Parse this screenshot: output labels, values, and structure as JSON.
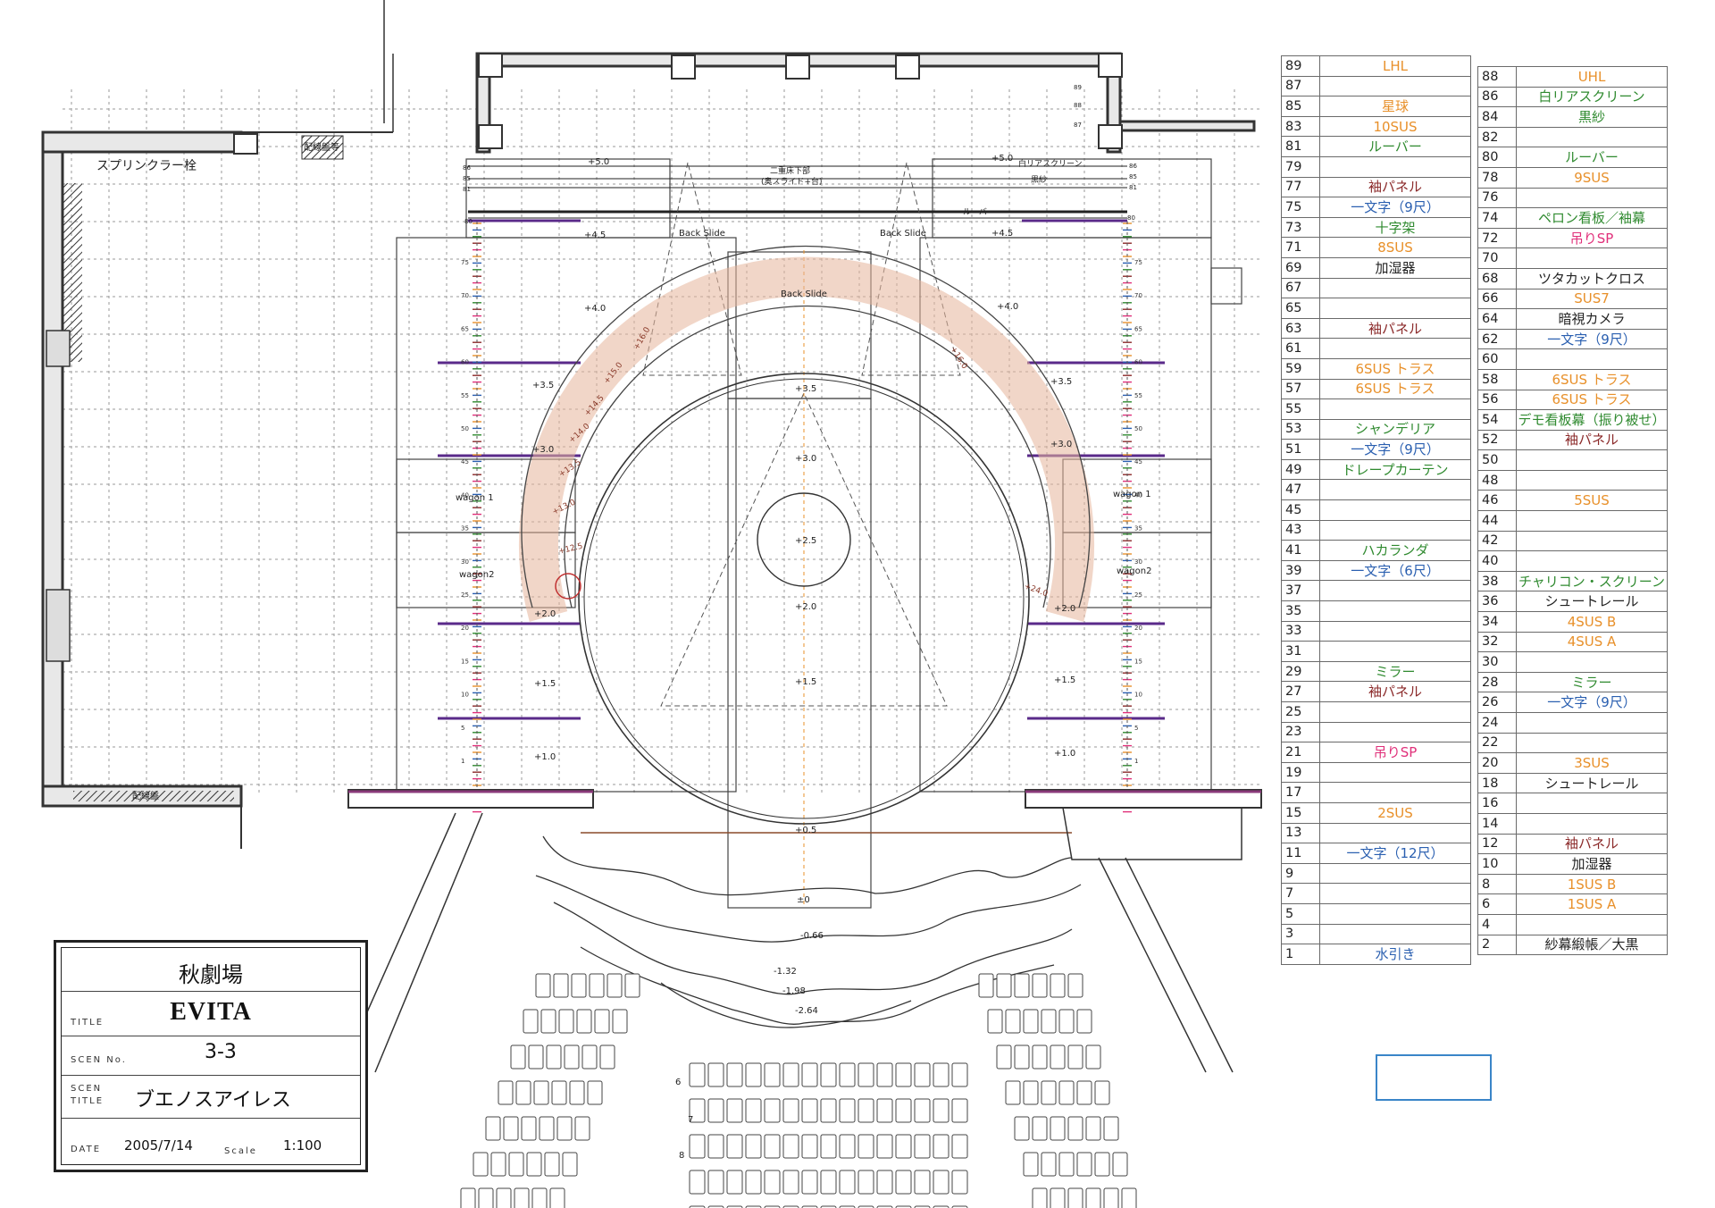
{
  "title_block": {
    "theater": "秋劇場",
    "title_caption": "TITLE",
    "title": "EVITA",
    "scene_no_caption": "SCEN No.",
    "scene_no": "3-3",
    "scene_title_caption_1": "SCEN",
    "scene_title_caption_2": "TITLE",
    "scene_title": "ブエノスアイレス",
    "date_caption": "DATE",
    "date": "2005/7/14",
    "scale_caption": "Scale",
    "scale": "1:100"
  },
  "plan_labels": {
    "sprinkler": "スプリンクラー栓",
    "panel_top": "配線盤等",
    "panel_bottom": "配線盤",
    "back_slide_left": "Back Slide",
    "back_slide_right": "Back Slide",
    "back_slide_center": "Back Slide",
    "double_floor_1": "二重床下部",
    "double_floor_2": "(奥スライド+台)",
    "white_rear_screen": "白リアスクリーン",
    "black_gauze": "黒紗",
    "louver": "ルーバー",
    "wagon1_left": "wagon 1",
    "wagon2_left": "wagon2",
    "wagon1_right": "wagon 1",
    "wagon2_right": "wagon2"
  },
  "elevations": {
    "left": [
      "+5.0",
      "+4.5",
      "+4.0",
      "+3.5",
      "+3.0",
      "+2.0",
      "+1.5",
      "+1.0"
    ],
    "right": [
      "+5.0",
      "+4.5",
      "+4.0",
      "+3.5",
      "+3.0",
      "+2.0",
      "+1.5",
      "+1.0"
    ],
    "center": [
      "+3.5",
      "+3.0",
      "+2.5",
      "+2.0",
      "+1.5",
      "+0.5",
      "±0"
    ],
    "house": [
      "-0.66",
      "-1.32",
      "-1.98",
      "-2.64"
    ],
    "ramp_left": [
      "+16.0",
      "+15.0",
      "+14.5",
      "+14.0",
      "+13.5",
      "+13.0",
      "+12.5"
    ],
    "ramp_right": [
      "+16.0",
      "+24.0"
    ]
  },
  "grid_scale": {
    "left": [
      "75",
      "70",
      "65",
      "60",
      "55",
      "50",
      "45",
      "40",
      "35",
      "30",
      "25",
      "20",
      "15",
      "10",
      "5",
      "1"
    ],
    "right": [
      "75",
      "70",
      "65",
      "60",
      "55",
      "50",
      "45",
      "40",
      "35",
      "30",
      "25",
      "20",
      "15",
      "10",
      "5",
      "1"
    ],
    "top_right_small": [
      "89",
      "88",
      "87"
    ],
    "top_left_small": [
      "86",
      "85",
      "81"
    ],
    "top_right_line": [
      "86",
      "85",
      "81"
    ],
    "top_80": [
      "80",
      "80"
    ]
  },
  "seat_rows": [
    "6",
    "7",
    "8"
  ],
  "cue_left": [
    {
      "n": "89",
      "t": "LHL",
      "c": "#e8902a"
    },
    {
      "n": "87",
      "t": "",
      "c": "#222"
    },
    {
      "n": "85",
      "t": "星球",
      "c": "#e8902a"
    },
    {
      "n": "83",
      "t": "10SUS",
      "c": "#e8902a"
    },
    {
      "n": "81",
      "t": "ルーバー",
      "c": "#2f8a2f"
    },
    {
      "n": "79",
      "t": "",
      "c": "#222"
    },
    {
      "n": "77",
      "t": "袖パネル",
      "c": "#8b2a2a"
    },
    {
      "n": "75",
      "t": "一文字（9尺）",
      "c": "#2a5fb0"
    },
    {
      "n": "73",
      "t": "十字架",
      "c": "#2f8a2f"
    },
    {
      "n": "71",
      "t": "8SUS",
      "c": "#e8902a"
    },
    {
      "n": "69",
      "t": "加湿器",
      "c": "#222"
    },
    {
      "n": "67",
      "t": "",
      "c": "#222"
    },
    {
      "n": "65",
      "t": "",
      "c": "#222"
    },
    {
      "n": "63",
      "t": "袖パネル",
      "c": "#8b2a2a"
    },
    {
      "n": "61",
      "t": "",
      "c": "#222"
    },
    {
      "n": "59",
      "t": "6SUS トラス",
      "c": "#e8902a"
    },
    {
      "n": "57",
      "t": "6SUS トラス",
      "c": "#e8902a"
    },
    {
      "n": "55",
      "t": "",
      "c": "#222"
    },
    {
      "n": "53",
      "t": "シャンデリア",
      "c": "#2f8a2f"
    },
    {
      "n": "51",
      "t": "一文字（9尺）",
      "c": "#2a5fb0"
    },
    {
      "n": "49",
      "t": "ドレープカーテン",
      "c": "#2f8a2f"
    },
    {
      "n": "47",
      "t": "",
      "c": "#222"
    },
    {
      "n": "45",
      "t": "",
      "c": "#222"
    },
    {
      "n": "43",
      "t": "",
      "c": "#222"
    },
    {
      "n": "41",
      "t": "ハカランダ",
      "c": "#2f8a2f"
    },
    {
      "n": "39",
      "t": "一文字（6尺）",
      "c": "#2a5fb0"
    },
    {
      "n": "37",
      "t": "",
      "c": "#222"
    },
    {
      "n": "35",
      "t": "",
      "c": "#222"
    },
    {
      "n": "33",
      "t": "",
      "c": "#222"
    },
    {
      "n": "31",
      "t": "",
      "c": "#222"
    },
    {
      "n": "29",
      "t": "ミラー",
      "c": "#2f8a2f"
    },
    {
      "n": "27",
      "t": "袖パネル",
      "c": "#8b2a2a"
    },
    {
      "n": "25",
      "t": "",
      "c": "#222"
    },
    {
      "n": "23",
      "t": "",
      "c": "#222"
    },
    {
      "n": "21",
      "t": "吊りSP",
      "c": "#e0307a"
    },
    {
      "n": "19",
      "t": "",
      "c": "#222"
    },
    {
      "n": "17",
      "t": "",
      "c": "#222"
    },
    {
      "n": "15",
      "t": "2SUS",
      "c": "#e8902a"
    },
    {
      "n": "13",
      "t": "",
      "c": "#222"
    },
    {
      "n": "11",
      "t": "一文字（12尺）",
      "c": "#2a5fb0"
    },
    {
      "n": "9",
      "t": "",
      "c": "#222"
    },
    {
      "n": "7",
      "t": "",
      "c": "#222"
    },
    {
      "n": "5",
      "t": "",
      "c": "#222"
    },
    {
      "n": "3",
      "t": "",
      "c": "#222"
    },
    {
      "n": "1",
      "t": "水引き",
      "c": "#2a5fb0"
    }
  ],
  "cue_right": [
    {
      "n": "88",
      "t": "UHL",
      "c": "#e8902a"
    },
    {
      "n": "86",
      "t": "白リアスクリーン",
      "c": "#2f8a2f"
    },
    {
      "n": "84",
      "t": "黒紗",
      "c": "#2f8a2f"
    },
    {
      "n": "82",
      "t": "",
      "c": "#222"
    },
    {
      "n": "80",
      "t": "ルーバー",
      "c": "#2f8a2f"
    },
    {
      "n": "78",
      "t": "9SUS",
      "c": "#e8902a"
    },
    {
      "n": "76",
      "t": "",
      "c": "#222"
    },
    {
      "n": "74",
      "t": "ペロン看板／袖幕",
      "c": "#2f8a2f"
    },
    {
      "n": "72",
      "t": "吊りSP",
      "c": "#e0307a"
    },
    {
      "n": "70",
      "t": "",
      "c": "#222"
    },
    {
      "n": "68",
      "t": "ツタカットクロス",
      "c": "#222"
    },
    {
      "n": "66",
      "t": "SUS7",
      "c": "#e8902a"
    },
    {
      "n": "64",
      "t": "暗視カメラ",
      "c": "#222"
    },
    {
      "n": "62",
      "t": "一文字（9尺）",
      "c": "#2a5fb0"
    },
    {
      "n": "60",
      "t": "",
      "c": "#222"
    },
    {
      "n": "58",
      "t": "6SUS トラス",
      "c": "#e8902a"
    },
    {
      "n": "56",
      "t": "6SUS トラス",
      "c": "#e8902a"
    },
    {
      "n": "54",
      "t": "デモ看板幕（振り被せ）",
      "c": "#2f8a2f"
    },
    {
      "n": "52",
      "t": "袖パネル",
      "c": "#8b2a2a"
    },
    {
      "n": "50",
      "t": "",
      "c": "#222"
    },
    {
      "n": "48",
      "t": "",
      "c": "#222"
    },
    {
      "n": "46",
      "t": "5SUS",
      "c": "#e8902a"
    },
    {
      "n": "44",
      "t": "",
      "c": "#222"
    },
    {
      "n": "42",
      "t": "",
      "c": "#222"
    },
    {
      "n": "40",
      "t": "",
      "c": "#222"
    },
    {
      "n": "38",
      "t": "チャリコン・スクリーン",
      "c": "#2f8a2f"
    },
    {
      "n": "36",
      "t": "シュートレール",
      "c": "#222"
    },
    {
      "n": "34",
      "t": "4SUS B",
      "c": "#e8902a"
    },
    {
      "n": "32",
      "t": "4SUS A",
      "c": "#e8902a"
    },
    {
      "n": "30",
      "t": "",
      "c": "#222"
    },
    {
      "n": "28",
      "t": "ミラー",
      "c": "#2f8a2f"
    },
    {
      "n": "26",
      "t": "一文字（9尺）",
      "c": "#2a5fb0"
    },
    {
      "n": "24",
      "t": "",
      "c": "#222"
    },
    {
      "n": "22",
      "t": "",
      "c": "#222"
    },
    {
      "n": "20",
      "t": "3SUS",
      "c": "#e8902a"
    },
    {
      "n": "18",
      "t": "シュートレール",
      "c": "#222"
    },
    {
      "n": "16",
      "t": "",
      "c": "#222"
    },
    {
      "n": "14",
      "t": "",
      "c": "#222"
    },
    {
      "n": "12",
      "t": "袖パネル",
      "c": "#8b2a2a"
    },
    {
      "n": "10",
      "t": "加湿器",
      "c": "#222"
    },
    {
      "n": "8",
      "t": "1SUS B",
      "c": "#e8902a"
    },
    {
      "n": "6",
      "t": "1SUS A",
      "c": "#e8902a"
    },
    {
      "n": "4",
      "t": "",
      "c": "#222"
    },
    {
      "n": "2",
      "t": "紗幕緞帳／大黒",
      "c": "#222"
    }
  ]
}
